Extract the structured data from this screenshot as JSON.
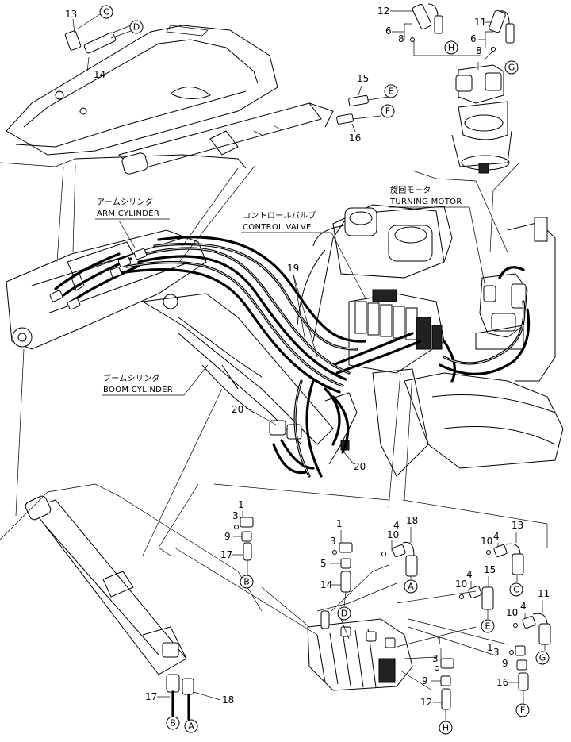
{
  "labels": {
    "arm_cylinder_jp": "アームシリンダ",
    "arm_cylinder_en": "ARM CYLINDER",
    "control_valve_jp": "コントロールバルブ",
    "control_valve_en": "CONTROL VALVE",
    "turning_motor_jp": "旋回モータ",
    "turning_motor_en": "TURNING MOTOR",
    "boom_cylinder_jp": "ブームシリンダ",
    "boom_cylinder_en": "BOOM CYLINDER"
  },
  "part_numbers": {
    "p13_top": "13",
    "p14_top": "14",
    "p12_top": "12",
    "p11_top": "11",
    "p6_left": "6",
    "p8_left": "8",
    "p6_right": "6",
    "p8_right": "8",
    "p15_top": "15",
    "p16_top": "16",
    "p19": "19",
    "p20_left": "20",
    "p20_right": "20",
    "p1_left": "1",
    "p3_left": "3",
    "p9_left": "9",
    "p17_left": "17",
    "p1_mid": "1",
    "p3_mid": "3",
    "p5_mid": "5",
    "p14_mid": "14",
    "p10_mid": "10",
    "p4_mid": "4",
    "p18_mid": "18",
    "p10_r1": "10",
    "p4_r1": "4",
    "p13_r1": "13",
    "p10_r2": "10",
    "p4_r2": "4",
    "p15_r2": "15",
    "p10_r3": "10",
    "p4_r3": "4",
    "p11_r3": "11",
    "p1_r4": "1",
    "p3_r4": "3",
    "p9_r4": "9",
    "p12_r4": "12",
    "p3_far": "3",
    "p9_far": "9",
    "p1_far": "1",
    "p16_far": "16",
    "p17_bottom": "17",
    "p18_bottom": "18"
  },
  "callouts": {
    "C_top": "C",
    "D_top": "D",
    "H_top": "H",
    "G_top": "G",
    "E_top": "E",
    "F_top": "F",
    "B_left": "B",
    "D_mid": "D",
    "A_mid": "A",
    "C_r": "C",
    "E_r": "E",
    "G_r": "G",
    "H_r": "H",
    "F_r": "F",
    "B_bottom": "B",
    "A_bottom": "A"
  },
  "colors": {
    "ink": "#000000",
    "paper": "#ffffff"
  }
}
